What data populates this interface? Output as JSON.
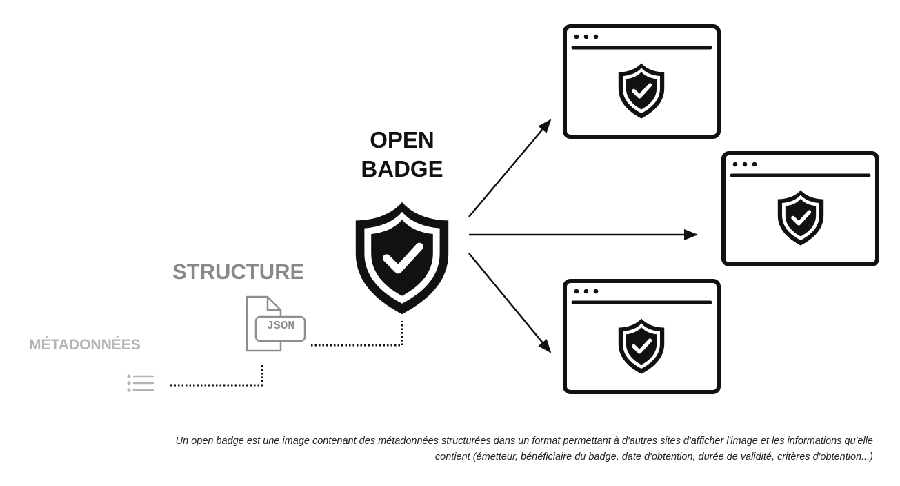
{
  "badge": {
    "title_line1": "OPEN",
    "title_line2": "BADGE"
  },
  "structure": {
    "label": "STRUCTURE",
    "file_tag": "JSON"
  },
  "metadata": {
    "label": "MÉTADONNÉES"
  },
  "caption": {
    "line1": "Un open badge est une image contenant des métadonnées structurées dans un format permettant à d'autres sites d'afficher l'image et les informations qu'elle",
    "line2": "contient (émetteur, bénéficiaire du badge, date d'obtention, durée de validité, critères d'obtention...)"
  },
  "colors": {
    "main": "#111111",
    "structure": "#888888",
    "metadata": "#b4b4b4"
  },
  "icons": {
    "badge": "shield-check-icon",
    "structure": "json-file-icon",
    "metadata": "list-icon",
    "site": "browser-window-icon"
  }
}
